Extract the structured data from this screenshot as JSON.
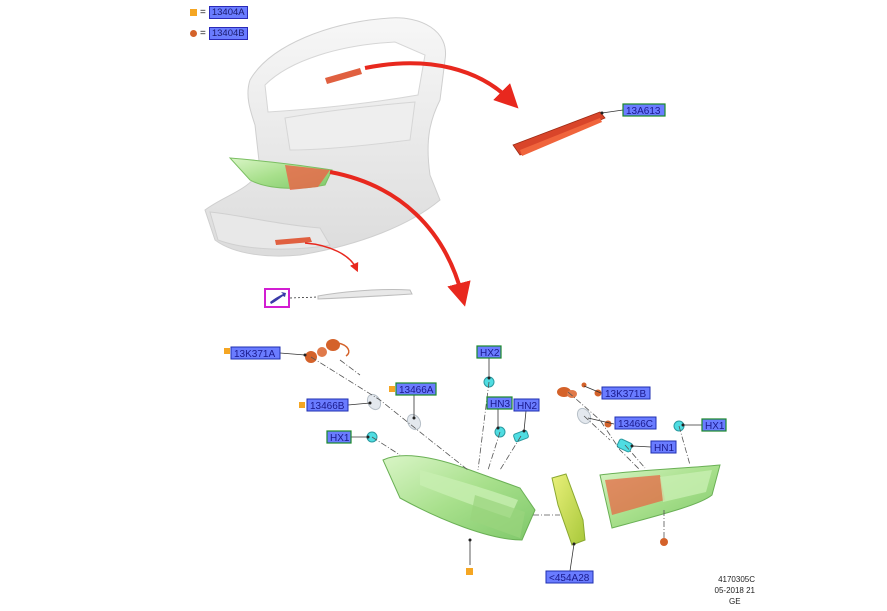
{
  "legend": [
    {
      "marker": "square",
      "color": "#f5a623",
      "code": "13404A"
    },
    {
      "marker": "circle",
      "color": "#d4622a",
      "code": "13404B"
    }
  ],
  "labels": {
    "upper_lamp": "13A613",
    "k371a": "13K371A",
    "hx2": "HX2",
    "a13466": "13466A",
    "b13466": "13466B",
    "hn3": "HN3",
    "hn2": "HN2",
    "hx1_left": "HX1",
    "k371b": "13K371B",
    "c13466": "13466C",
    "hx1_right": "HX1",
    "hn1": "HN1",
    "a454": "<454A28"
  },
  "footer": {
    "line1": "4170305C",
    "line2": "05-2018 21",
    "line3": "GE"
  },
  "colors": {
    "label_fill": "#6a7cff",
    "label_border_blue": "#1f2fb0",
    "label_border_green": "#1a8a2a",
    "arrow": "#e8281e",
    "lamp_green": "#b8e8a0",
    "bulb_orange": "#d4622a",
    "socket_cyan": "#3fd0d8",
    "square_marker": "#f5a623",
    "magenta": "#d21ed2"
  },
  "icons": [
    "car-rear-body-icon",
    "curved-arrow-icon",
    "tail-lamp-icon",
    "bulb-icon",
    "socket-icon",
    "reflector-icon"
  ]
}
